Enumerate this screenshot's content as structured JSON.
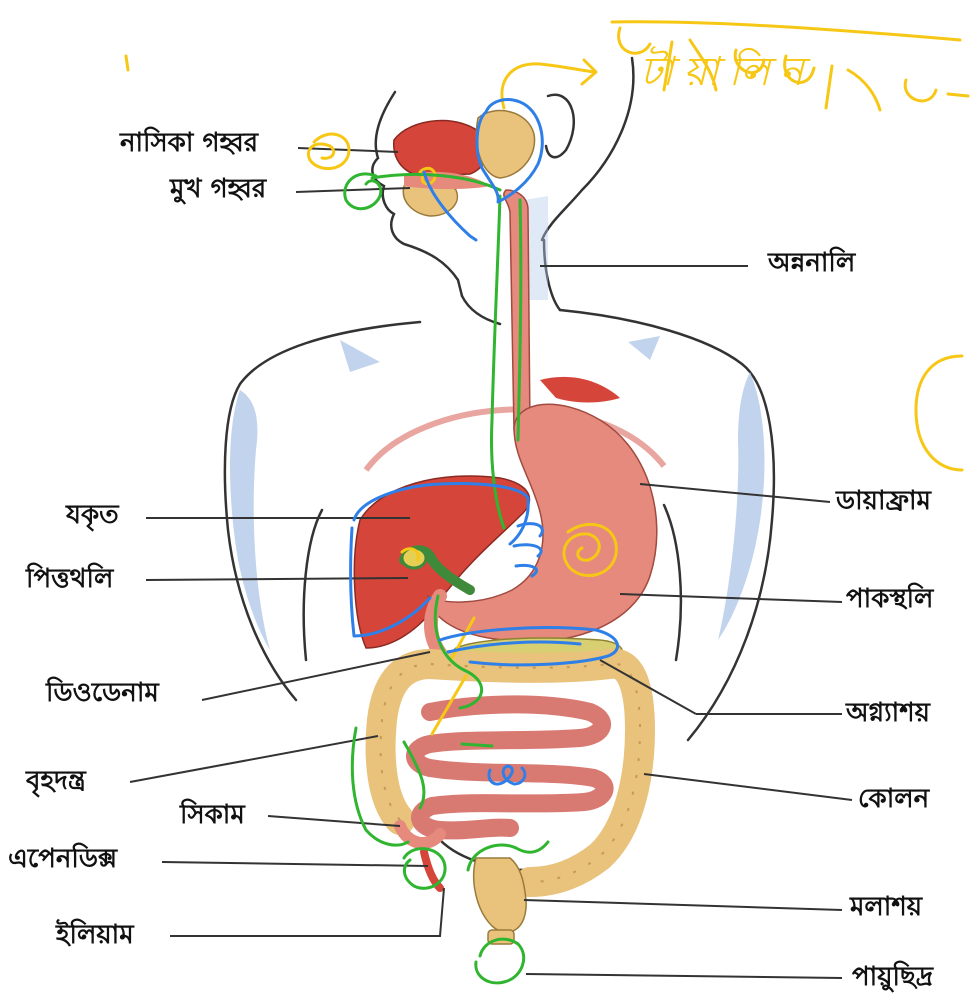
{
  "labels": {
    "nasal_cavity": "নাসিকা গহ্বর",
    "oral_cavity": "মুখ গহ্বর",
    "esophagus": "অন্ননালি",
    "liver": "যকৃত",
    "diaphragm": "ডায়াফ্রাম",
    "gallbladder": "পিত্তথলি",
    "stomach": "পাকস্থলি",
    "duodenum": "ডিওডেনাম",
    "pancreas": "অগ্ন্যাশয়",
    "large_intestine": "বৃহদন্ত্র",
    "colon": "কোলন",
    "cecum": "সিকাম",
    "appendix": "এপেনডিক্স",
    "rectum": "মলাশয়",
    "ileum": "ইলিয়াম",
    "anus": "পায়ুছিদ্র"
  },
  "annotations": {
    "handwritten_note": "টায়ালিন"
  },
  "colors": {
    "outline": "#333333",
    "body_shade": "#b7cdea",
    "organ_red": "#d6453a",
    "organ_pink": "#e58a7c",
    "gland_tan": "#e9c27c",
    "pancreas_yellow": "#d8cf72",
    "gallbladder_green": "#3f8a3a",
    "ink_yellow": "#f7c716",
    "ink_green": "#2fb52f",
    "ink_blue": "#2f7fe8"
  }
}
